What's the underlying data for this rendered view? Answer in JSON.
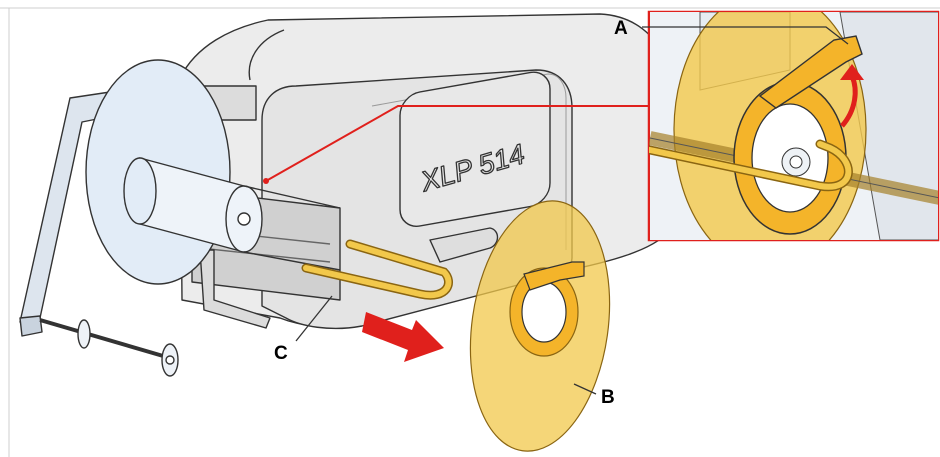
{
  "product": {
    "model_text": "XLP 514"
  },
  "callouts": {
    "a": "A",
    "b": "B",
    "c": "C"
  },
  "colors": {
    "highlight": "#f2c84b",
    "highlight_dark": "#d89a1e",
    "red": "#e0201c",
    "outline": "#333333",
    "body_gray": "#e8e8e8",
    "roll_blue": "#e2ecf7"
  },
  "icons": {
    "direction_arrow": "arrow-right-icon",
    "rotate_arrow": "curved-arrow-up-icon"
  }
}
